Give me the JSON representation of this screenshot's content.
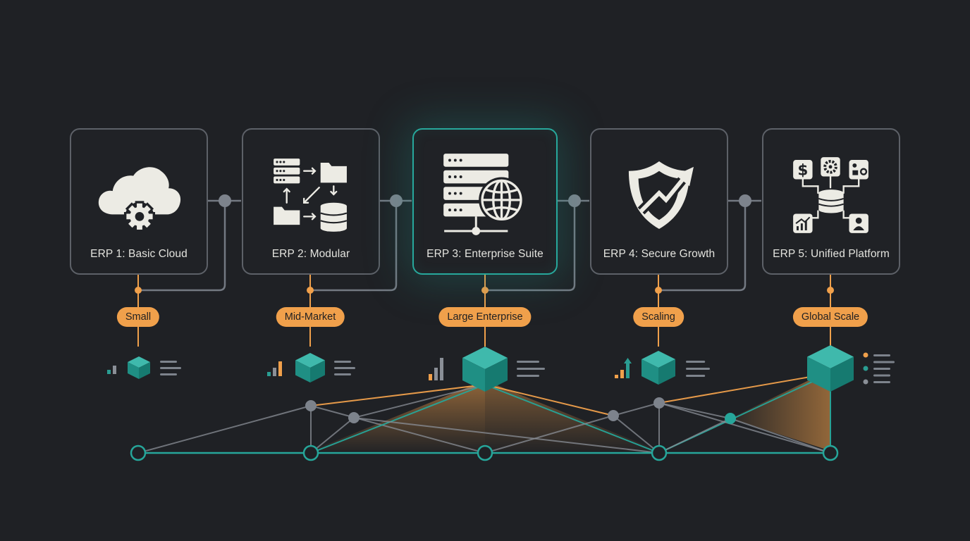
{
  "colors": {
    "background": "#1f2125",
    "card_border": "#5d6168",
    "active_border": "#27a89c",
    "accent_orange": "#f0a04b",
    "accent_teal": "#26a69a",
    "connector_gray": "#737982",
    "icon_fill": "#ecebe4"
  },
  "stages": [
    {
      "label": "ERP 1: Basic Cloud",
      "tier": "Small",
      "icon": "cloud-gear-icon",
      "active": false
    },
    {
      "label": "ERP 2: Modular",
      "tier": "Mid-Market",
      "icon": "modular-flow-icon",
      "active": false
    },
    {
      "label": "ERP 3: Enterprise Suite",
      "tier": "Large Enterprise",
      "icon": "server-globe-icon",
      "active": true
    },
    {
      "label": "ERP 4: Secure Growth",
      "tier": "Scaling",
      "icon": "shield-growth-icon",
      "active": false
    },
    {
      "label": "ERP 5: Unified Platform",
      "tier": "Global Scale",
      "icon": "unified-hub-icon",
      "active": false
    }
  ]
}
